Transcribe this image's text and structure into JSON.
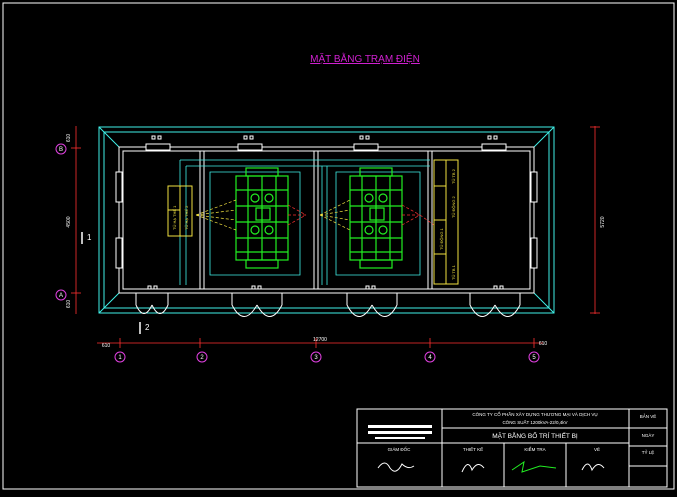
{
  "drawing": {
    "title": "MẶT BẰNG TRẠM ĐIỆN",
    "colors": {
      "background": "#000000",
      "outer_wall": "#3ff0e8",
      "inner_wall": "#ffffff",
      "transformer": "#22ee22",
      "panel": "#f0e040",
      "title_color": "#d020d0",
      "dim_line": "#ff3030",
      "grid_bubble": "#e040e0",
      "cable": "#f0e040"
    },
    "dimensions": {
      "total_length": "12700",
      "left_offset": "610",
      "right_offset": "610",
      "overall_height": "5720",
      "inner_height": "4500",
      "top_offset": "610",
      "bottom_offset": "610"
    },
    "grid_axes_x": [
      "1",
      "2",
      "3",
      "4",
      "5"
    ],
    "grid_axes_y": [
      "B",
      "A"
    ],
    "section_marks": [
      "1",
      "2"
    ],
    "panels_left": [
      "TỦ HẠ THẾ 1",
      "TỦ HẠ THẾ 2"
    ],
    "panels_right": [
      "TỦ TB 2",
      "TỦ ĐỘNG 2",
      "TỦ ĐỘNG 1",
      "TỦ TB 1"
    ]
  },
  "title_block": {
    "company": "CÔNG TY CỔ PHẦN XÂY DỰNG THƯƠNG MẠI VÀ DỊCH VỤ",
    "project": "CÔNG SUẤT 1200kVA-22/0,4kV",
    "drawing_name": "MẶT BẰNG BỐ TRÍ THIẾT BỊ",
    "sheet_label": "BẢN VẼ",
    "scale_label": "TỶ LỆ",
    "approve_label": "GIÁM ĐỐC",
    "design_label": "THIẾT KẾ",
    "check_label": "KIỂM TRA",
    "draw_label": "VẼ",
    "date_label": "NGÀY"
  }
}
